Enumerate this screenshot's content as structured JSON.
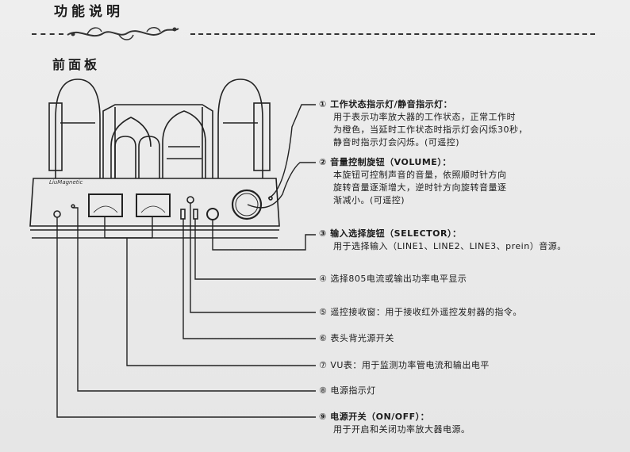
{
  "header": {
    "title": "功能说明",
    "subtitle": "前面板"
  },
  "device": {
    "brand": "LiuMagnetic"
  },
  "callouts": [
    {
      "id": 1,
      "lines": [
        "① 工作状态指示灯/静音指示灯：",
        "用于表示功率放大器的工作状态，正常工作时",
        "为橙色，当延时工作状态时指示灯会闪烁30秒，",
        "静音时指示灯会闪烁。(可遥控)"
      ]
    },
    {
      "id": 2,
      "lines": [
        "② 音量控制旋钮（VOLUME）：",
        "本旋钮可控制声音的音量，依照顺时针方向",
        "旋转音量逐渐增大，逆时针方向旋转音量逐",
        "渐减小。(可遥控)"
      ]
    },
    {
      "id": 3,
      "lines": [
        "③ 输入选择旋钮（SELECTOR）：",
        "用于选择输入（LINE1、LINE2、LINE3、prein）音源。"
      ]
    },
    {
      "id": 4,
      "lines": [
        "④ 选择805电流或输出功率电平显示"
      ]
    },
    {
      "id": 5,
      "lines": [
        "⑤ 遥控接收窗：用于接收红外遥控发射器的指令。"
      ]
    },
    {
      "id": 6,
      "lines": [
        "⑥ 表头背光源开关"
      ]
    },
    {
      "id": 7,
      "lines": [
        "⑦ VU表：用于监测功率管电流和输出电平"
      ]
    },
    {
      "id": 8,
      "lines": [
        "⑧ 电源指示灯"
      ]
    },
    {
      "id": 9,
      "lines": [
        "⑨ 电源开关（ON/OFF）：",
        "用于开启和关闭功率放大器电源。"
      ]
    }
  ]
}
